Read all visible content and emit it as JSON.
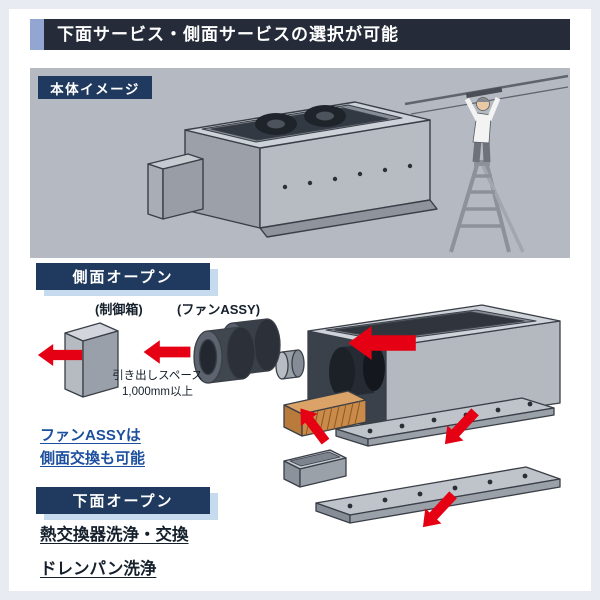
{
  "header": {
    "title": "下面サービス・側面サービスの選択が可能"
  },
  "body_image_section": {
    "label": "本体イメージ"
  },
  "side_open_section": {
    "label": "側面オープン",
    "control_box_label": "(制御箱)",
    "fan_assy_label": "(ファンASSY)",
    "pullout_space_line1": "引き出しスペース",
    "pullout_space_line2": "1,000mm以上",
    "fan_note_line1": "ファンASSYは",
    "fan_note_line2": "側面交換も可能"
  },
  "bottom_open_section": {
    "label": "下面オープン",
    "note_heat_exchanger": "熱交換器洗浄・交換",
    "note_drain_pan": "ドレンパン洗浄"
  },
  "colors": {
    "header_bg": "#252b38",
    "header_accent": "#93a6d1",
    "heading_bg": "#1f3a5e",
    "heading_shadow": "#c7dbee",
    "hero_panel_gray": "#b5b9c1",
    "arrow_red": "#e60013",
    "note_blue": "#1d4f9e",
    "note_dark": "#15202c",
    "heat_exchanger_orange": "#c98a4a"
  }
}
